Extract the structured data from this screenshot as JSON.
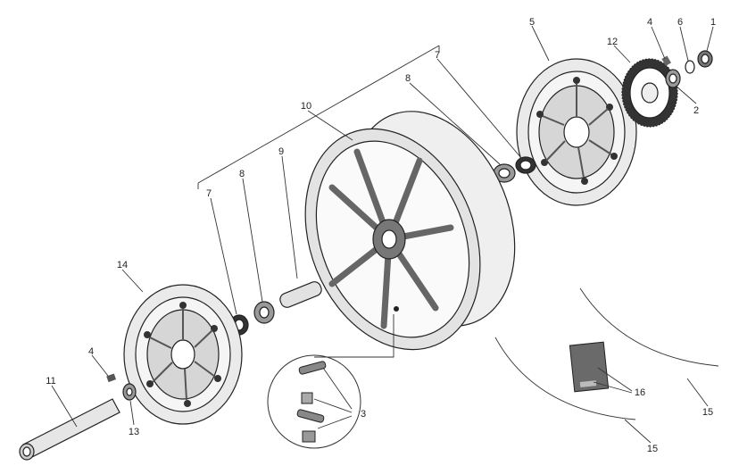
{
  "labels": {
    "l1": "1",
    "l2": "2",
    "l3": "3",
    "l4a": "4",
    "l4b": "4",
    "l5": "5",
    "l6": "6",
    "l7a": "7",
    "l7b": "7",
    "l8a": "8",
    "l8b": "8",
    "l9": "9",
    "l10": "10",
    "l11": "11",
    "l12": "12",
    "l13": "13",
    "l14": "14",
    "l15a": "15",
    "l15b": "15",
    "l16": "16"
  },
  "colors": {
    "line": "#222222",
    "fill_light": "#e6e6e6",
    "fill_mid": "#bdbdbd",
    "fill_dark": "#555555"
  }
}
